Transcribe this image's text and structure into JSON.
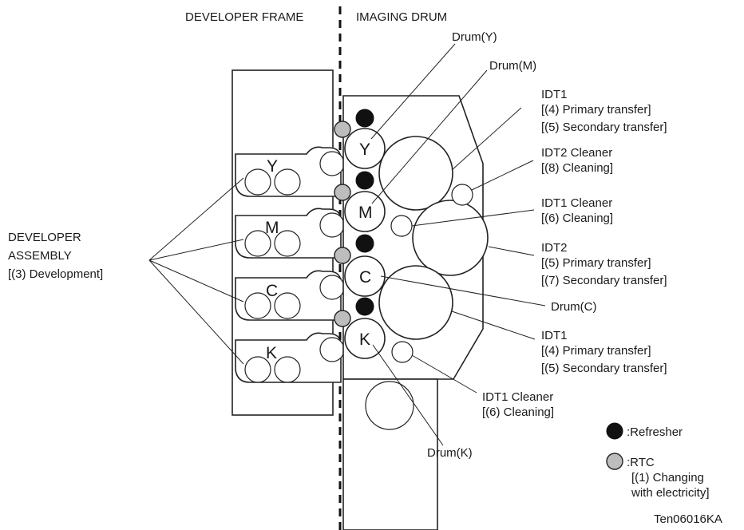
{
  "headers": {
    "developer_frame": "DEVELOPER FRAME",
    "imaging_drum": "IMAGING DRUM"
  },
  "developer_assembly": [
    "DEVELOPER",
    "ASSEMBLY",
    "[(3) Development]"
  ],
  "units": {
    "y": "Y",
    "m": "M",
    "c": "C",
    "k": "K"
  },
  "callouts": {
    "drum_y": "Drum(Y)",
    "drum_m": "Drum(M)",
    "idt1_top": [
      "IDT1",
      "[(4) Primary transfer]",
      "[(5) Secondary transfer]"
    ],
    "idt2_cleaner": [
      "IDT2 Cleaner",
      "[(8) Cleaning]"
    ],
    "idt1_cleaner_top": [
      "IDT1 Cleaner",
      "[(6) Cleaning]"
    ],
    "idt2": [
      "IDT2",
      "[(5) Primary transfer]",
      "[(7) Secondary transfer]"
    ],
    "drum_c": "Drum(C)",
    "idt1_bottom": [
      "IDT1",
      "[(4) Primary transfer]",
      "[(5) Secondary transfer]"
    ],
    "idt1_cleaner_bottom": [
      "IDT1 Cleaner",
      "[(6) Cleaning]"
    ],
    "drum_k": "Drum(K)"
  },
  "legend": {
    "refresher": ":Refresher",
    "rtc": [
      ":RTC",
      "[(1) Changing",
      "with electricity]"
    ]
  },
  "figure_id": "Ten06016KA",
  "colors": {
    "refresher": "#111111",
    "rtc": "#bdbdbd",
    "line": "#222222"
  }
}
